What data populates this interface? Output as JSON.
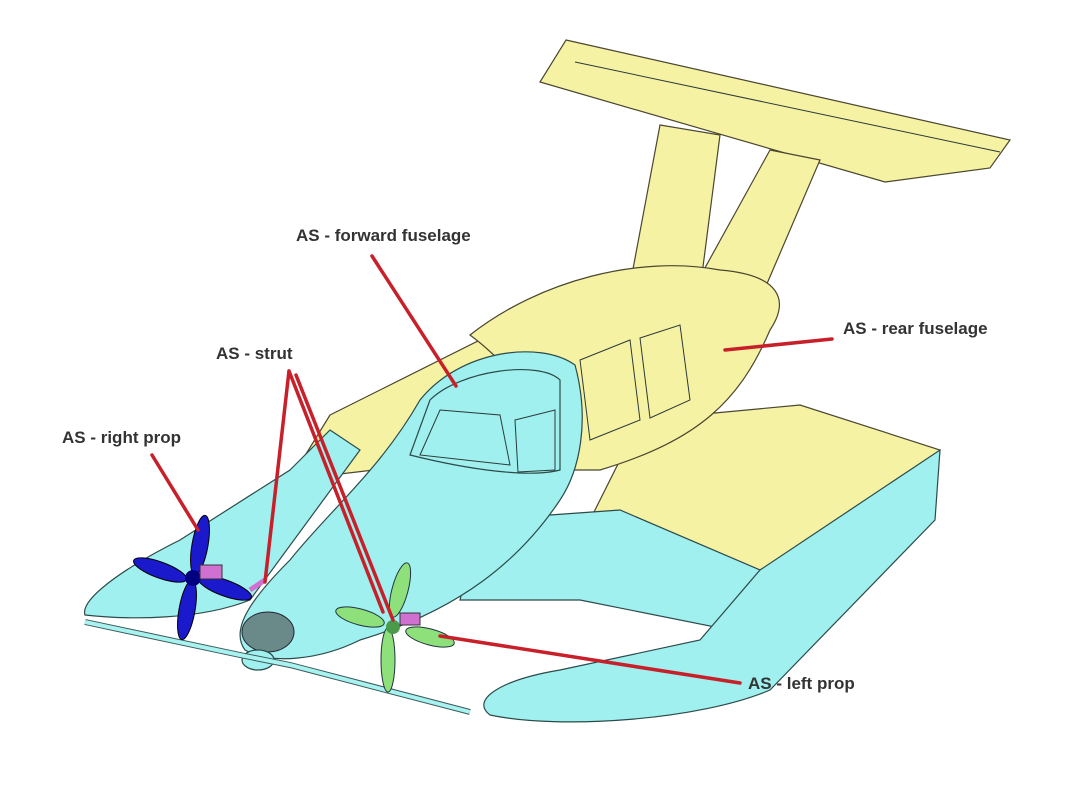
{
  "labels": {
    "forward_fuselage": "AS - forward fuselage",
    "rear_fuselage": "AS - rear fuselage",
    "strut": "AS - strut",
    "right_prop": "AS - right prop",
    "left_prop": "AS - left prop"
  },
  "colors": {
    "forward_section": "#9ff0ee",
    "rear_section": "#f6f2a4",
    "right_prop": "#1a1acc",
    "left_prop": "#8ee07a",
    "leader_lines": "#c8202a"
  }
}
